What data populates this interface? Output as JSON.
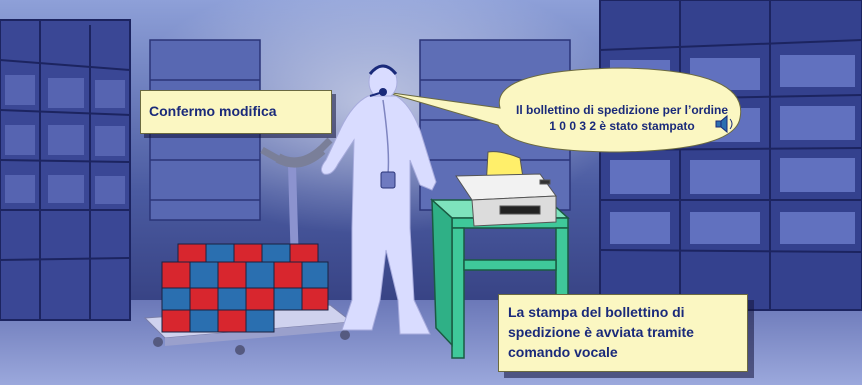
{
  "callouts": {
    "left_label": "Confermo modifica",
    "right_line1": "Il bollettino di spedizione per l’ordine",
    "right_line2": "1 0 0 3 2 è stato stampato",
    "box_line1": "La stampa del bollettino di",
    "box_line2": "spedizione è avviata tramite",
    "box_line3": "comando vocale"
  },
  "icons": {
    "speaker": "speaker-icon",
    "headset": "headset-icon",
    "printer": "printer-icon",
    "cart": "pallet-cart-icon"
  },
  "colors": {
    "background": "#4a5a9a",
    "callout_fill": "#fbf7c2",
    "text": "#1a2a7a",
    "table": "#3fc89a",
    "box_red": "#d8262e",
    "box_blue": "#2a6fb0",
    "silhouette": "#d9dcff"
  }
}
